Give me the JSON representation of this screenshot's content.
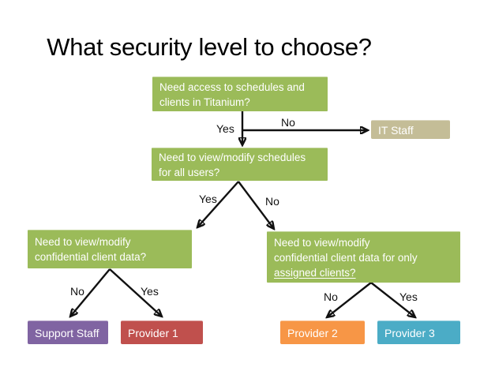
{
  "title": "What security level to choose?",
  "colors": {
    "question_green": "#9bbb59",
    "it_tan": "#c4bd97",
    "support_purple": "#8064a2",
    "provider1_red": "#c0504d",
    "provider2_orange": "#f79646",
    "provider3_blue": "#4bacc6",
    "arrow_black": "#111111"
  },
  "nodes": {
    "q1": {
      "lines": [
        "Need access to schedules and",
        "clients in Titanium?"
      ]
    },
    "q2": {
      "lines": [
        "Need to view/modify schedules",
        "for all users?"
      ]
    },
    "q3": {
      "lines": [
        "Need to view/modify",
        "confidential client data?"
      ]
    },
    "q4": {
      "lines": [
        "Need to view/modify",
        "confidential client data for only"
      ],
      "underlined_line": "assigned clients?"
    },
    "it_staff": {
      "label": "IT Staff"
    },
    "support_staff": {
      "label": "Support Staff"
    },
    "provider1": {
      "label": "Provider 1"
    },
    "provider2": {
      "label": "Provider 2"
    },
    "provider3": {
      "label": "Provider 3"
    }
  },
  "branch_labels": {
    "q1_yes": "Yes",
    "q1_no": "No",
    "q2_yes": "Yes",
    "q2_no": "No",
    "q3_no": "No",
    "q3_yes": "Yes",
    "q4_no": "No",
    "q4_yes": "Yes"
  }
}
